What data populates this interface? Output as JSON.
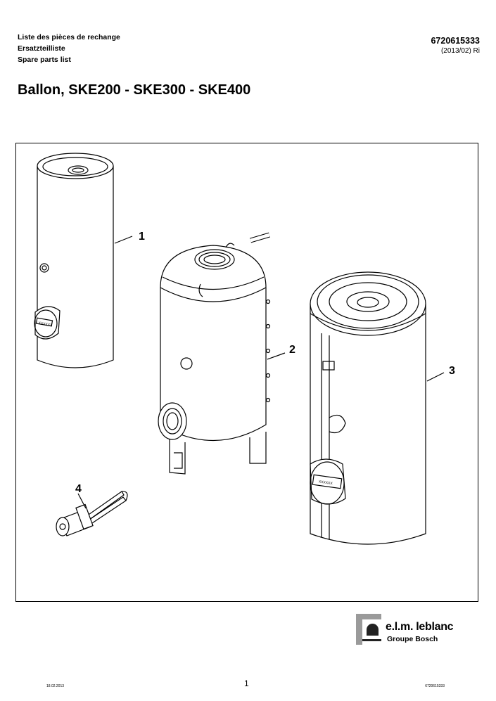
{
  "header": {
    "lines": [
      "Liste des pièces de rechange",
      "Ersatzteilliste",
      "Spare parts list"
    ],
    "doc_number": "6720615333",
    "doc_date": "(2013/02) Ri"
  },
  "title": "Ballon, SKE200 - SKE300 - SKE400",
  "drawing": {
    "callouts": [
      "1",
      "2",
      "3",
      "4"
    ],
    "label_plate_text": "XXXXXX"
  },
  "logo": {
    "brand": "e.l.m. leblanc",
    "group": "Groupe Bosch"
  },
  "footer": {
    "date": "18.02.2013",
    "page": "1",
    "doc_number": "6720615333"
  }
}
